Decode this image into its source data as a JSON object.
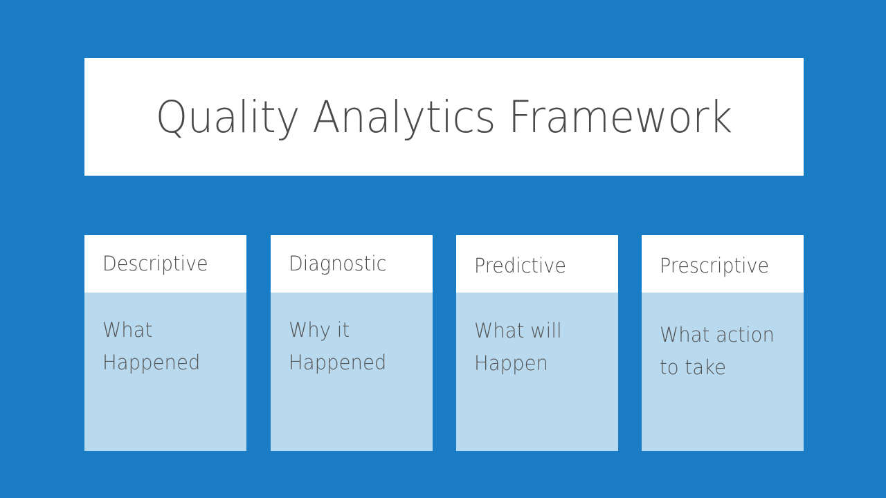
{
  "slide": {
    "background_color": "#1b7cc6",
    "title": "Quality Analytics Framework",
    "title_color": "#4a4a4a",
    "title_panel_color": "#ffffff"
  },
  "cards": [
    {
      "header": "Descriptive",
      "body": "What\nHappened",
      "body_line_1": "What",
      "body_line_2": "Happened",
      "header_bg": "#ffffff",
      "body_bg": "#b8d9ee"
    },
    {
      "header": "Diagnostic",
      "body": "Why it\nHappened",
      "body_line_1": "Why it",
      "body_line_2": "Happened",
      "header_bg": "#ffffff",
      "body_bg": "#b8d9ee"
    },
    {
      "header": "Predictive",
      "body": "What will\nHappen",
      "body_line_1": "What will",
      "body_line_2": "Happen",
      "header_bg": "#ffffff",
      "body_bg": "#b8d9ee"
    },
    {
      "header": "Prescriptive",
      "body": "What action\nto take",
      "body_line_1": "What action",
      "body_line_2": "to take",
      "header_bg": "#ffffff",
      "body_bg": "#b8d9ee"
    }
  ]
}
